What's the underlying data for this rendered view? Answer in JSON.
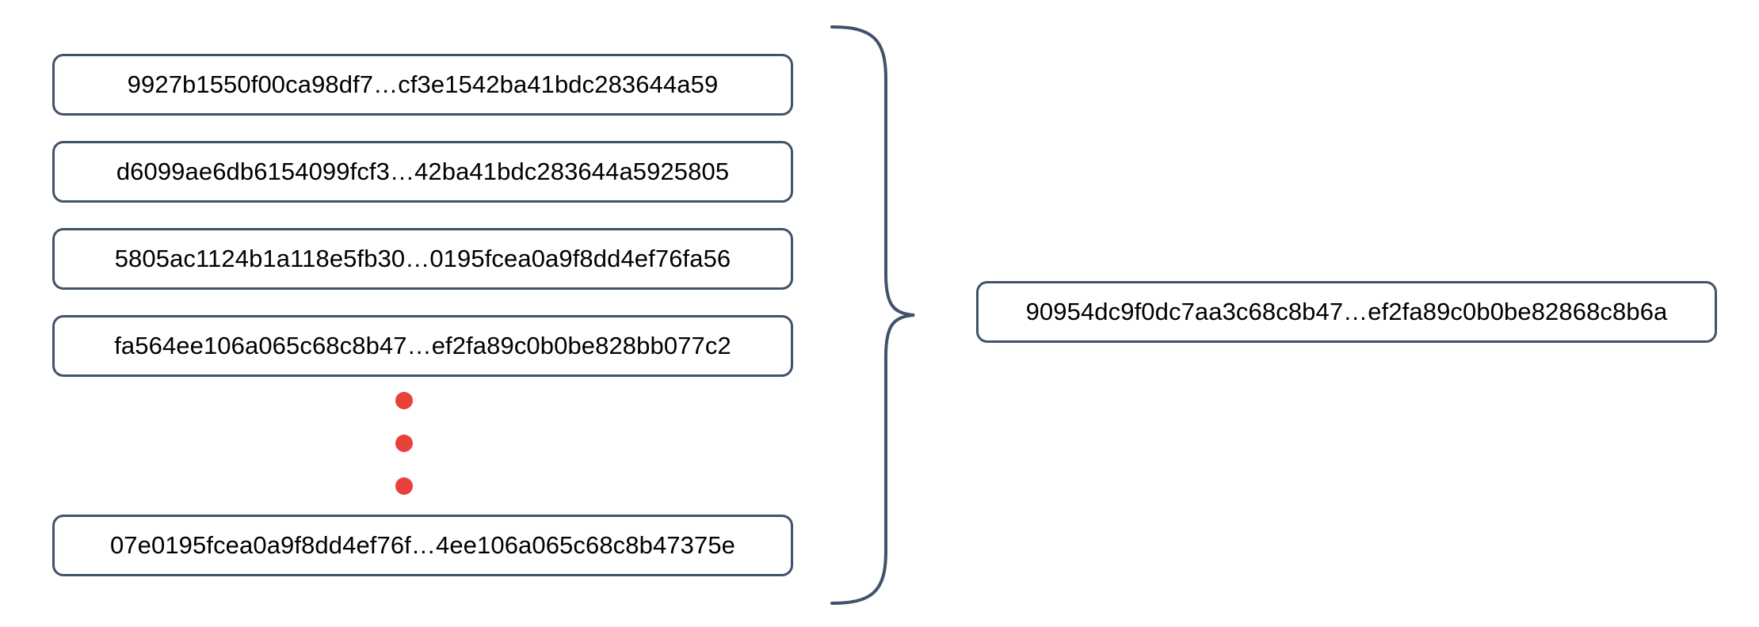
{
  "diagram": {
    "type": "aggregation-brace",
    "inputs": {
      "label": "input-hash-list",
      "items": [
        {
          "hash": "9927b1550f00ca98df7…cf3e1542ba41bdc283644a59"
        },
        {
          "hash": "d6099ae6db6154099fcf3…42ba41bdc283644a5925805"
        },
        {
          "hash": "5805ac1124b1a118e5fb30…0195fcea0a9f8dd4ef76fa56"
        },
        {
          "hash": "fa564ee106a065c68c8b47…ef2fa89c0b0be828bb077c2"
        },
        {
          "hash": "07e0195fcea0a9f8dd4ef76f…4ee106a065c68c8b47375e"
        }
      ],
      "ellipsis": {
        "label": "vertical-ellipsis",
        "dot_count": 3,
        "color": "#e8413c"
      }
    },
    "output": {
      "label": "output-hash",
      "hash": "90954dc9f0dc7aa3c68c8b47…ef2fa89c0b0be82868c8b6a"
    },
    "colors": {
      "box_border": "#41526b",
      "brace": "#41526b",
      "dot": "#e8413c",
      "text": "#000000",
      "background": "#ffffff"
    }
  }
}
